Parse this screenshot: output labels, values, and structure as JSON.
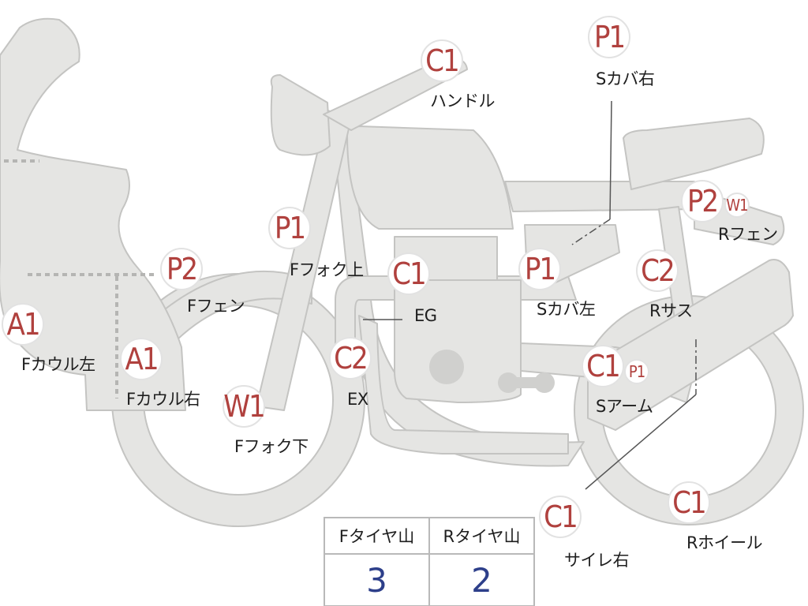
{
  "callouts": [
    {
      "id": "handle",
      "code": "C1",
      "label": "ハンドル",
      "size": "lg"
    },
    {
      "id": "scover-right",
      "code": "P1",
      "label": "Sカバ右",
      "size": "lg"
    },
    {
      "id": "rfender-p2",
      "code": "P2",
      "label": "",
      "size": "lg"
    },
    {
      "id": "rfender-w1",
      "code": "W1",
      "label": "Rフェン",
      "size": "sm"
    },
    {
      "id": "ffork-upper",
      "code": "P1",
      "label": "Fフォク上",
      "size": "lg"
    },
    {
      "id": "engine",
      "code": "C1",
      "label": "EG",
      "size": "lg"
    },
    {
      "id": "scover-left",
      "code": "P1",
      "label": "Sカバ左",
      "size": "lg"
    },
    {
      "id": "rsus",
      "code": "C2",
      "label": "Rサス",
      "size": "lg"
    },
    {
      "id": "ffender",
      "code": "P2",
      "label": "Fフェン",
      "size": "lg"
    },
    {
      "id": "fcowl-left",
      "code": "A1",
      "label": "Fカウル左",
      "size": "lg"
    },
    {
      "id": "fcowl-right",
      "code": "A1",
      "label": "Fカウル右",
      "size": "lg"
    },
    {
      "id": "exhaust",
      "code": "C2",
      "label": "EX",
      "size": "lg"
    },
    {
      "id": "sarm-c1",
      "code": "C1",
      "label": "",
      "size": "lg"
    },
    {
      "id": "sarm-p1",
      "code": "P1",
      "label": "Sアーム",
      "size": "sm"
    },
    {
      "id": "ffork-lower",
      "code": "W1",
      "label": "Fフォク下",
      "size": "lg"
    },
    {
      "id": "silencer-right",
      "code": "C1",
      "label": "サイレ右",
      "size": "lg"
    },
    {
      "id": "rwheel",
      "code": "C1",
      "label": "Rホイール",
      "size": "lg"
    }
  ],
  "tread_table": {
    "headers": [
      "Fタイヤ山",
      "Rタイヤ山"
    ],
    "values": [
      "3",
      "2"
    ]
  },
  "colors": {
    "part_fill": "#e5e5e3",
    "part_stroke": "#c4c4c2",
    "badge_text": "#b0413e",
    "value_text": "#2d3f8a"
  }
}
